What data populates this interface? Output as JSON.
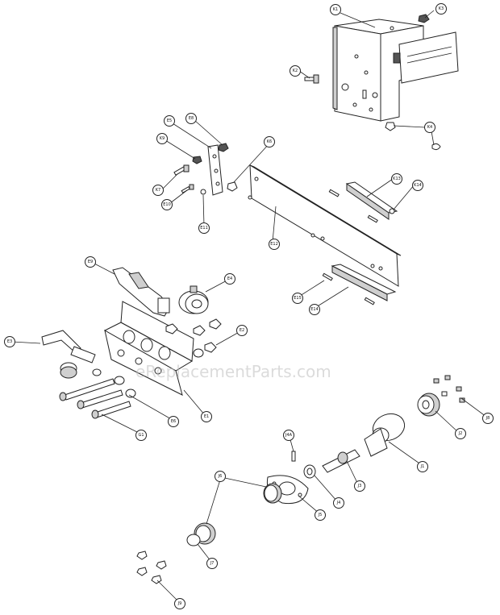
{
  "watermark": "eReplacementParts.com",
  "callouts": [
    {
      "id": "K1",
      "label": "K1"
    },
    {
      "id": "K3",
      "label": "K3"
    },
    {
      "id": "K2",
      "label": "K2"
    },
    {
      "id": "K4",
      "label": "K4"
    },
    {
      "id": "E5",
      "label": "E5"
    },
    {
      "id": "E8",
      "label": "E8"
    },
    {
      "id": "K9",
      "label": "K9"
    },
    {
      "id": "K6",
      "label": "K6"
    },
    {
      "id": "K7",
      "label": "K7"
    },
    {
      "id": "E10",
      "label": "E10"
    },
    {
      "id": "E11",
      "label": "E11"
    },
    {
      "id": "K13",
      "label": "K13"
    },
    {
      "id": "K14",
      "label": "K14"
    },
    {
      "id": "E12",
      "label": "E12"
    },
    {
      "id": "E9",
      "label": "E9"
    },
    {
      "id": "E4",
      "label": "E4"
    },
    {
      "id": "E15",
      "label": "E15"
    },
    {
      "id": "E14",
      "label": "E14"
    },
    {
      "id": "E3",
      "label": "E3"
    },
    {
      "id": "E2",
      "label": "E2"
    },
    {
      "id": "E6",
      "label": "E6"
    },
    {
      "id": "E1",
      "label": "E1"
    },
    {
      "id": "G1",
      "label": "G1"
    },
    {
      "id": "J4A",
      "label": "J4A"
    },
    {
      "id": "J2",
      "label": "J2"
    },
    {
      "id": "J8",
      "label": "J8"
    },
    {
      "id": "J1",
      "label": "J1"
    },
    {
      "id": "J3",
      "label": "J3"
    },
    {
      "id": "J6",
      "label": "J6"
    },
    {
      "id": "J4",
      "label": "J4"
    },
    {
      "id": "J5",
      "label": "J5"
    },
    {
      "id": "J7",
      "label": "J7"
    },
    {
      "id": "J9",
      "label": "J9"
    }
  ]
}
